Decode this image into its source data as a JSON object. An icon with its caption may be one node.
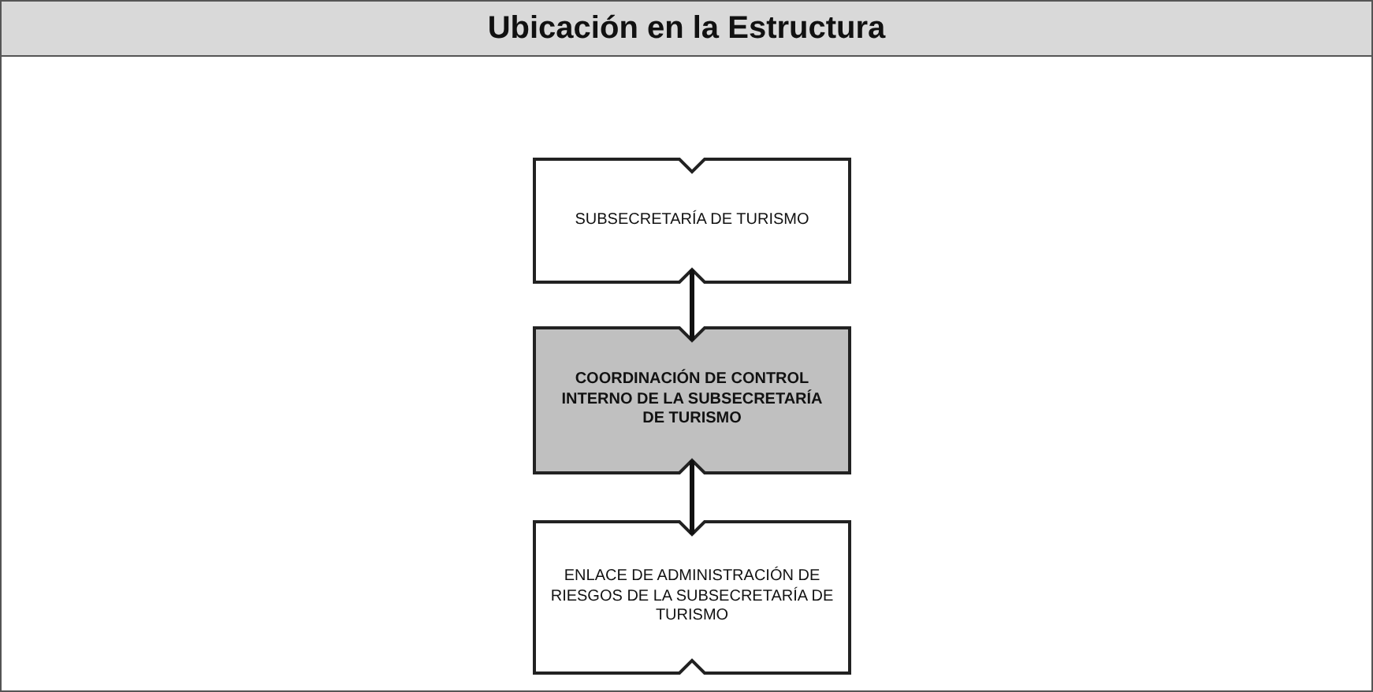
{
  "diagram": {
    "title": "Ubicación en la Estructura",
    "nodes": [
      {
        "text": [
          "SUBSECRETARÍA DE TURISMO"
        ]
      },
      {
        "text": [
          "COORDINACIÓN DE CONTROL INTERNO DE LA SUBSECRETARÍA DE TURISMO"
        ]
      },
      {
        "text": [
          "ENLACE DE ADMINISTRACIÓN DE RIESGOS DE LA SUBSECRETARÍA DE TURISMO"
        ]
      }
    ],
    "edges": [
      {
        "from": 0,
        "to": 1,
        "arrow": "none"
      },
      {
        "from": 1,
        "to": 2,
        "arrow": "none"
      }
    ]
  }
}
